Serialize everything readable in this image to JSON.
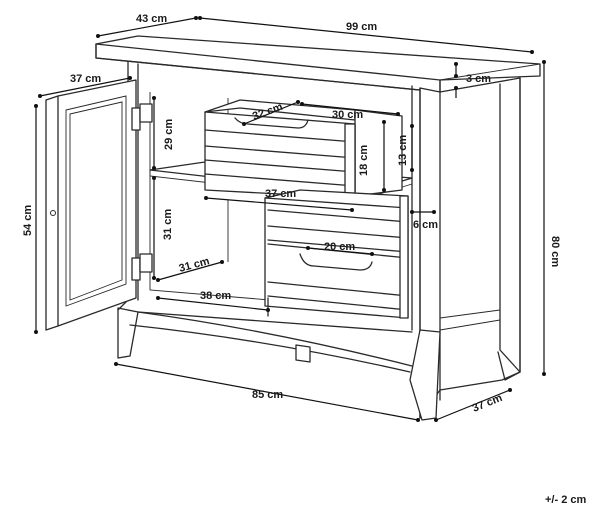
{
  "dimensions": {
    "depth_top": "43 cm",
    "width_top": "99 cm",
    "door_width": "37 cm",
    "top_thickness": "3 cm",
    "upper_compartment_height": "29 cm",
    "drawer_depth_top": "32 cm",
    "drawer_width_top": "30 cm",
    "drawer_front_height": "13 cm",
    "drawer_inner_height": "18 cm",
    "door_height": "54 cm",
    "drawer_front_width": "37 cm",
    "total_height": "80 cm",
    "side_gap": "6 cm",
    "lower_compartment_height": "31 cm",
    "lower_drawer_width": "20 cm",
    "lower_compartment_depth": "31 cm",
    "lower_compartment_width": "38 cm",
    "base_width": "85 cm",
    "base_depth": "37 cm"
  },
  "tolerance": "+/- 2 cm"
}
